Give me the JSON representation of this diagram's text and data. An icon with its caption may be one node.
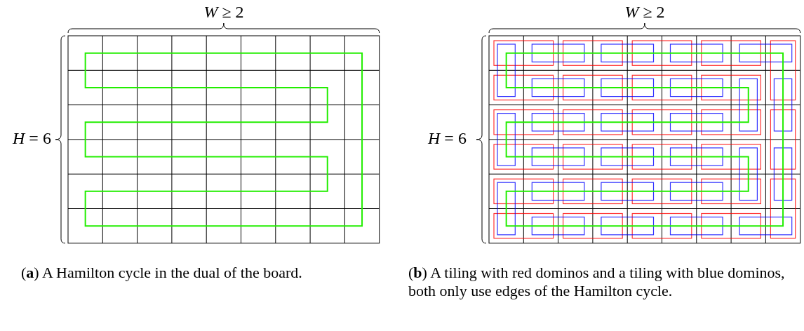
{
  "diagram": {
    "labels": [
      "*W* ≥ 2",
      "*W* ≥ 2",
      "*H* = 6",
      "*H* = 6",
      "(**a**) A Hamilton cycle in the dual of the board.",
      "(**b**) A tiling with red dominos and a tiling with blue dominos, both only use edges of the Hamilton cycle."
    ]
  }
}
